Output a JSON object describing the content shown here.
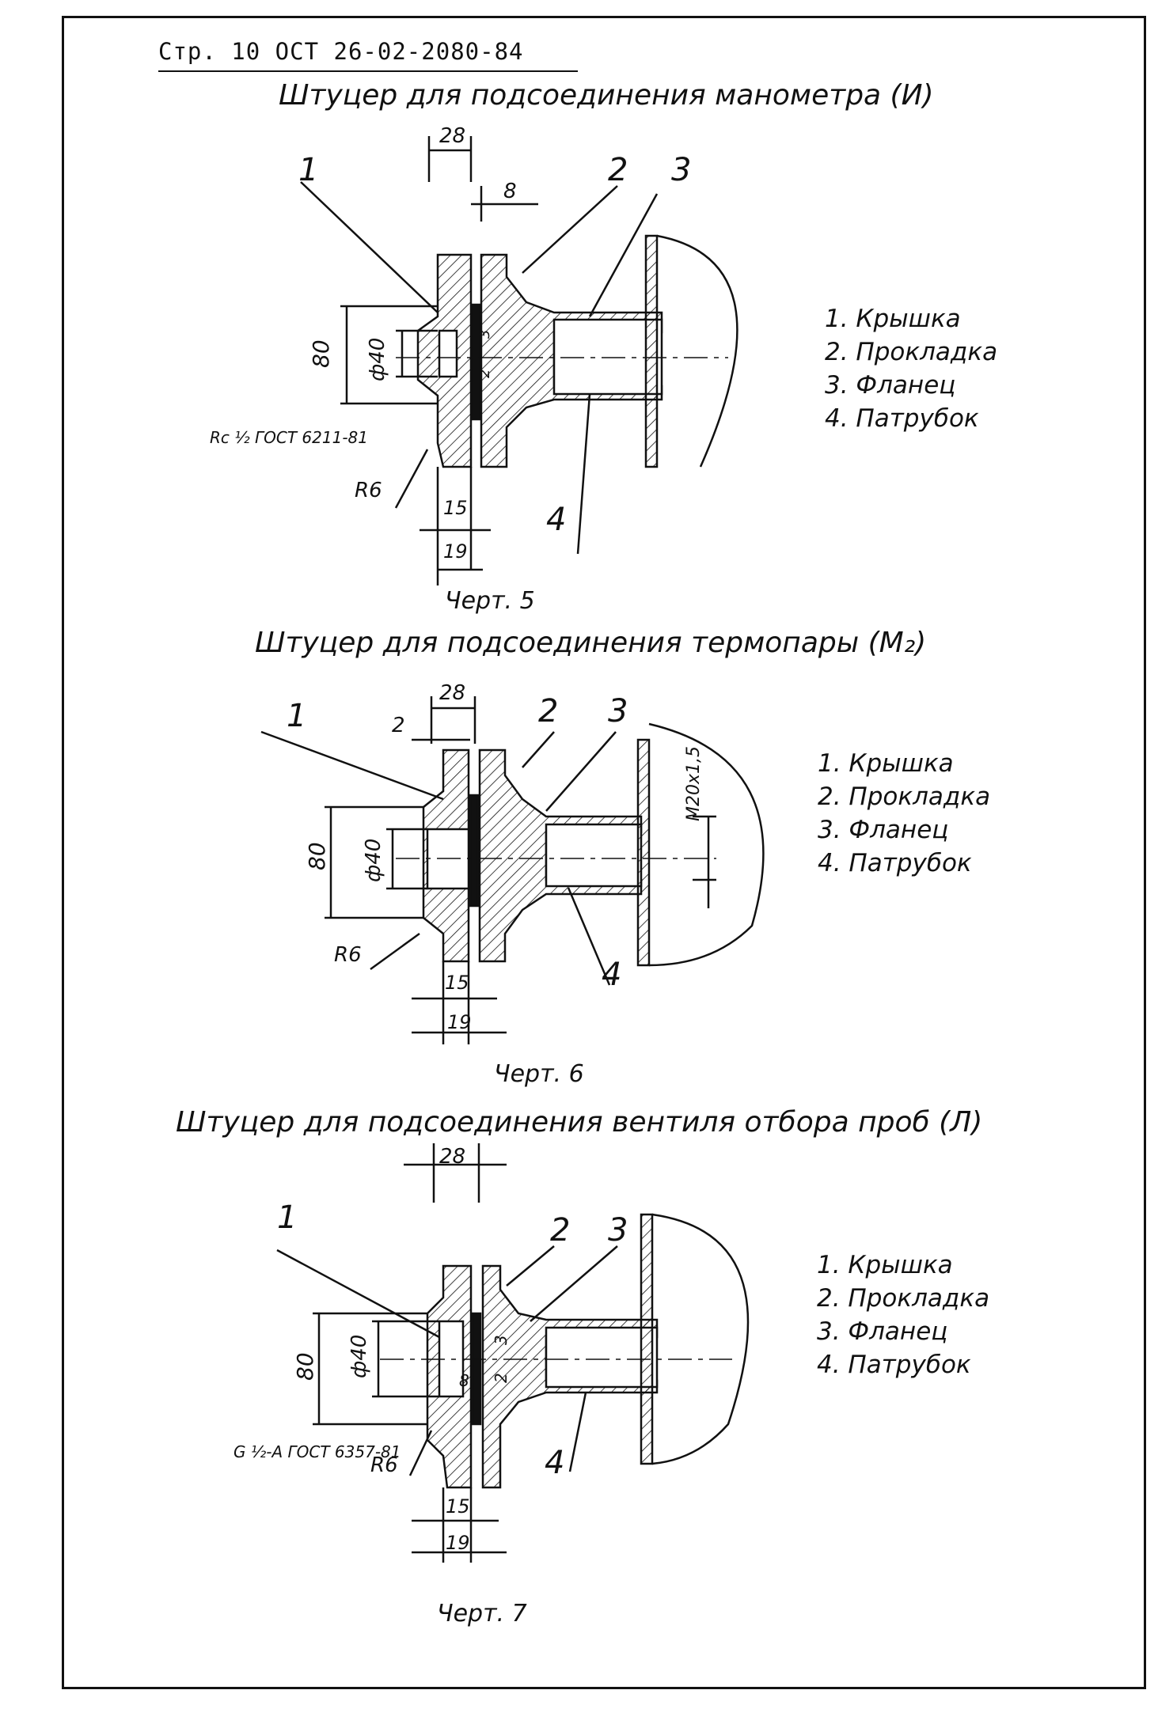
{
  "header": {
    "text": "Стр. 10 ОСТ 26-02-2080-84"
  },
  "figures": [
    {
      "title": "Штуцер для подсоединения манометра (И)",
      "caption": "Черт. 5",
      "dims": {
        "width_top": "28",
        "gap": "8",
        "diameter": "80",
        "bore": "ф40",
        "thread": "Rc ½ ГОСТ 6211-81",
        "radius": "R6",
        "d15": "15",
        "d19": "19",
        "wall": "3",
        "wall2": "2"
      },
      "callouts": [
        "1",
        "2",
        "3",
        "4"
      ],
      "legend": [
        "1. Крышка",
        "2. Прокладка",
        "3. Фланец",
        "4. Патрубок"
      ]
    },
    {
      "title": "Штуцер для подсоединения термопары (M₂)",
      "caption": "Черт. 6",
      "dims": {
        "width_top": "28",
        "gap": "2",
        "diameter": "80",
        "bore": "ф40",
        "thread": "M20x1,5",
        "radius": "R6",
        "d15": "15",
        "d19": "19"
      },
      "callouts": [
        "1",
        "2",
        "3",
        "4"
      ],
      "legend": [
        "1. Крышка",
        "2. Прокладка",
        "3. Фланец",
        "4. Патрубок"
      ]
    },
    {
      "title": "Штуцер для подсоединения вентиля отбора проб (Л)",
      "caption": "Черт. 7",
      "dims": {
        "width_top": "28",
        "diameter": "80",
        "bore": "ф40",
        "thread": "G ½-A ГОСТ 6357-81",
        "radius": "R6",
        "d15": "15",
        "d19": "19",
        "d8": "8",
        "wall": "3",
        "wall2": "2"
      },
      "callouts": [
        "1",
        "2",
        "3",
        "4"
      ],
      "legend": [
        "1. Крышка",
        "2. Прокладка",
        "3. Фланец",
        "4. Патрубок"
      ]
    }
  ],
  "colors": {
    "ink": "#111111",
    "paper": "#ffffff"
  }
}
